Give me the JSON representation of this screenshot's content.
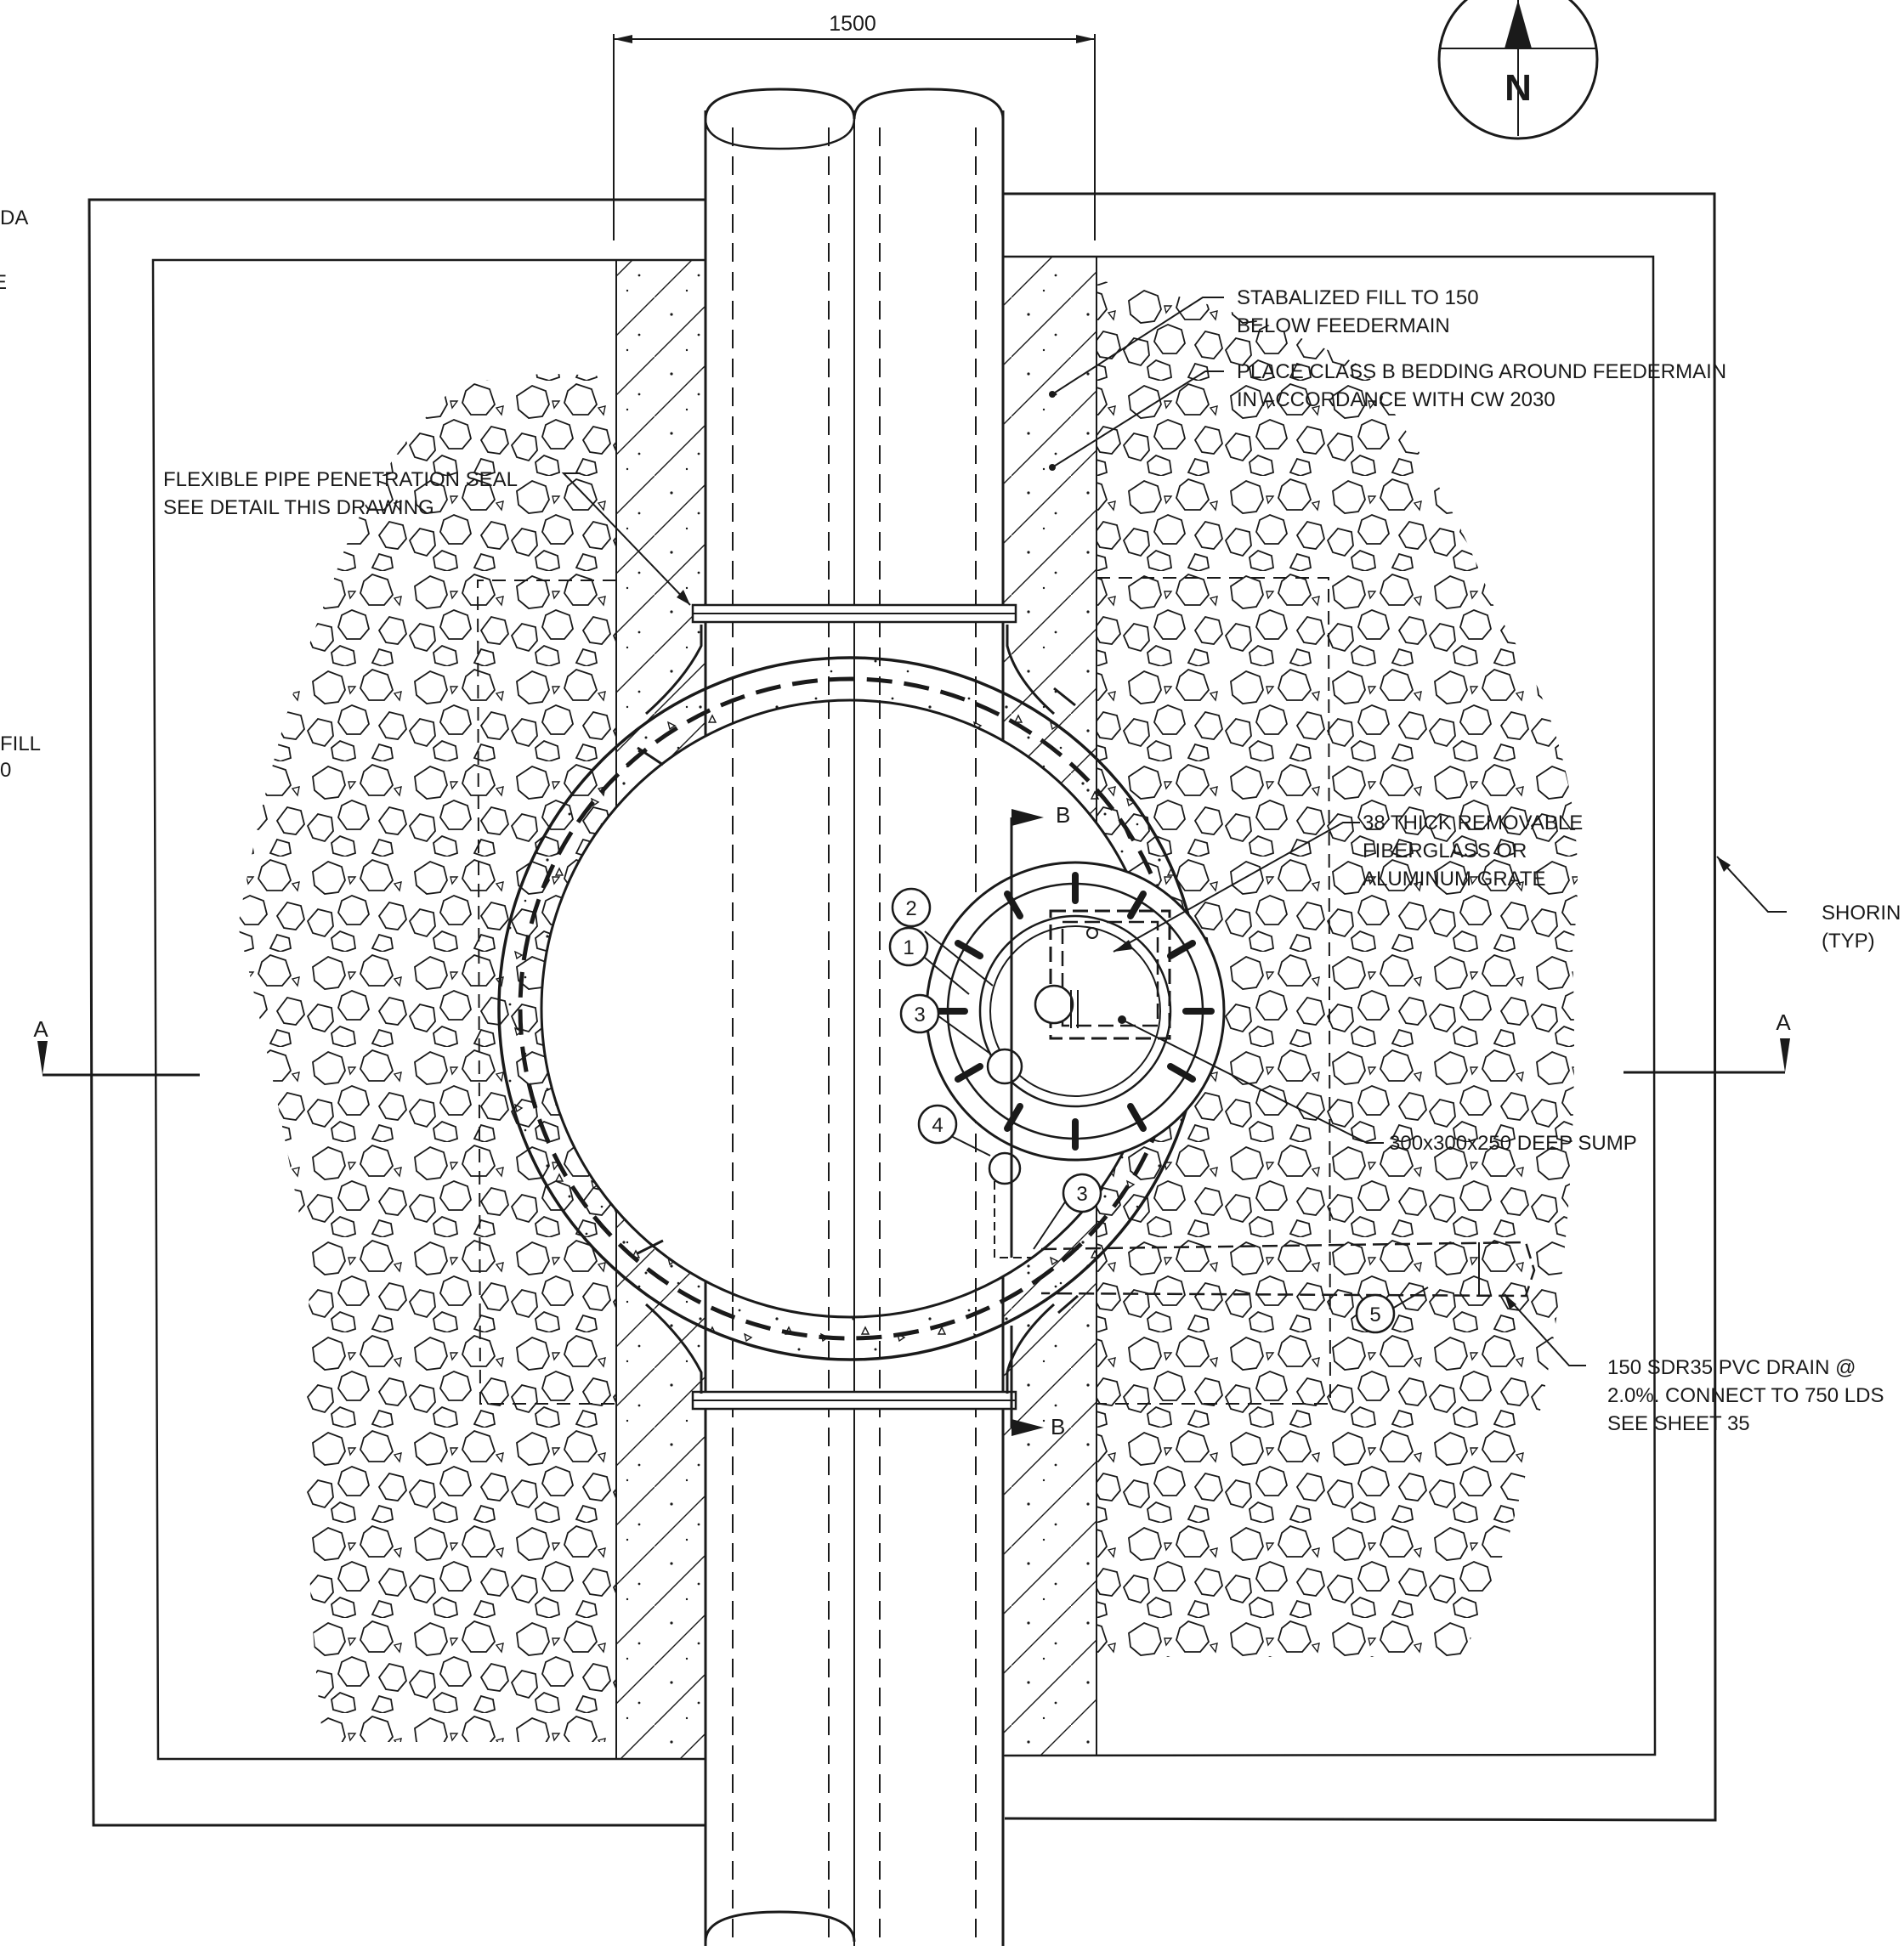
{
  "dimension": {
    "value": "1500"
  },
  "north_arrow": {
    "label": "N"
  },
  "section_marks": {
    "a_left": "A",
    "a_right": "A",
    "b_top": "B",
    "b_bottom": "B"
  },
  "edge_fragments": {
    "left_top": "DA",
    "left_second": "E",
    "left_fill_1": "FILL",
    "left_fill_2": "0"
  },
  "callouts": {
    "stabilized_fill": [
      "STABALIZED FILL TO 150",
      "BELOW FEEDERMAIN"
    ],
    "class_b_bedding": [
      "PLACE CLASS B BEDDING AROUND FEEDERMAIN",
      "IN ACCORDANCE WITH CW 2030"
    ],
    "flexible_seal": [
      "FLEXIBLE PIPE PENETRATION SEAL",
      "SEE DETAIL THIS DRAWING"
    ],
    "grate": [
      "38 THICK REMOVABLE",
      "FIBERGLASS OR",
      "ALUMINUM GRATE"
    ],
    "shoring": [
      "SHORIN",
      "(TYP)"
    ],
    "sump": [
      "300x300x250 DEEP SUMP"
    ],
    "drain": [
      "150 SDR35 PVC DRAIN @",
      "2.0%. CONNECT TO 750 LDS",
      "SEE SHEET 35"
    ]
  },
  "bubbles": {
    "b1": "1",
    "b2": "2",
    "b3a": "3",
    "b3b": "3",
    "b4": "4",
    "b5": "5"
  },
  "colors": {
    "line": "#1a1a1a",
    "paper": "#ffffff"
  }
}
